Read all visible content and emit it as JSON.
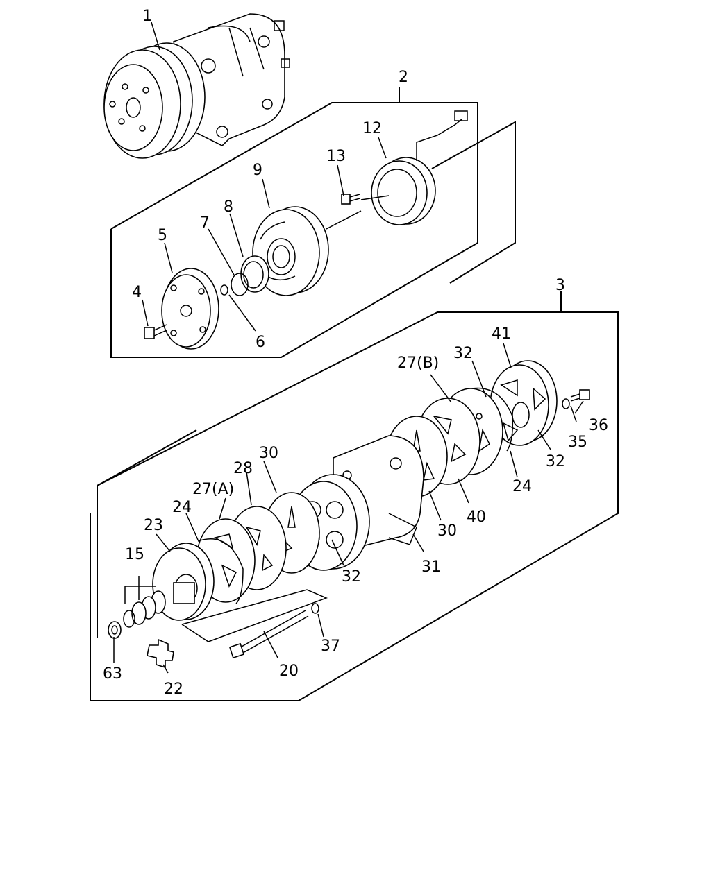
{
  "callouts": [
    {
      "id": "c1",
      "label": "1"
    },
    {
      "id": "c2",
      "label": "2"
    },
    {
      "id": "c3",
      "label": "3"
    },
    {
      "id": "c4",
      "label": "4"
    },
    {
      "id": "c5",
      "label": "5"
    },
    {
      "id": "c6",
      "label": "6"
    },
    {
      "id": "c7",
      "label": "7"
    },
    {
      "id": "c8",
      "label": "8"
    },
    {
      "id": "c9",
      "label": "9"
    },
    {
      "id": "c12",
      "label": "12"
    },
    {
      "id": "c13",
      "label": "13"
    },
    {
      "id": "c15",
      "label": "15"
    },
    {
      "id": "c20",
      "label": "20"
    },
    {
      "id": "c22",
      "label": "22"
    },
    {
      "id": "c23",
      "label": "23"
    },
    {
      "id": "c24a",
      "label": "24"
    },
    {
      "id": "c24b",
      "label": "24"
    },
    {
      "id": "c27a",
      "label": "27(A)"
    },
    {
      "id": "c27b",
      "label": "27(B)"
    },
    {
      "id": "c28",
      "label": "28"
    },
    {
      "id": "c30a",
      "label": "30"
    },
    {
      "id": "c30b",
      "label": "30"
    },
    {
      "id": "c31",
      "label": "31"
    },
    {
      "id": "c32a",
      "label": "32"
    },
    {
      "id": "c32b",
      "label": "32"
    },
    {
      "id": "c32c",
      "label": "32"
    },
    {
      "id": "c35",
      "label": "35"
    },
    {
      "id": "c36",
      "label": "36"
    },
    {
      "id": "c37",
      "label": "37"
    },
    {
      "id": "c40",
      "label": "40"
    },
    {
      "id": "c41",
      "label": "41"
    },
    {
      "id": "c63",
      "label": "63"
    }
  ]
}
